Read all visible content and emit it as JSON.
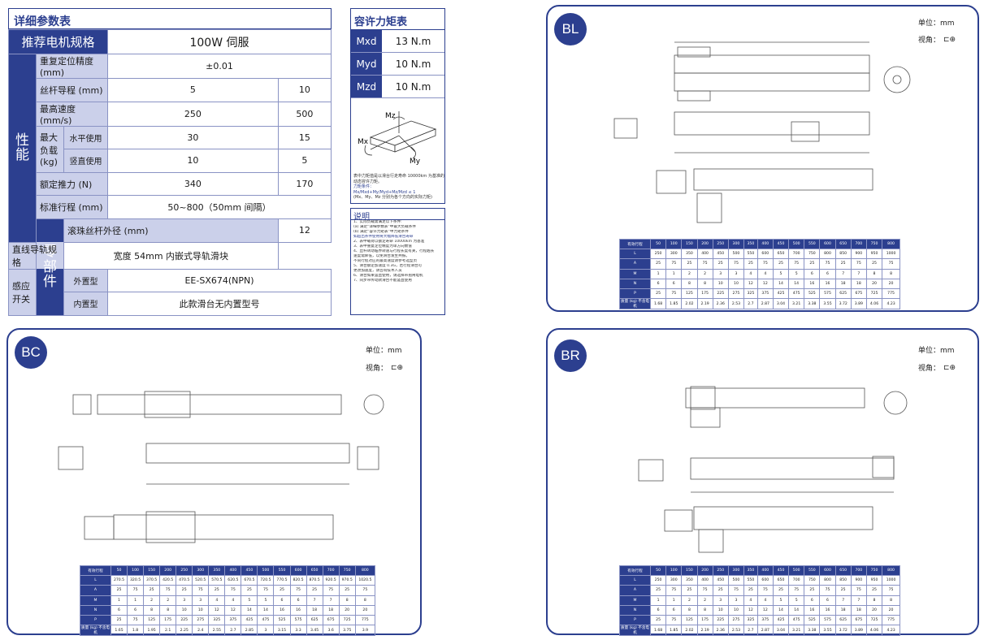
{
  "spec": {
    "title": "详细参数表",
    "header_label": "推荐电机规格",
    "header_value": "100W 伺服",
    "group_performance": "性能",
    "group_parts": "零部件",
    "rows": {
      "repeat_label": "重复定位精度 (mm)",
      "repeat_value": "±0.01",
      "lead_label": "丝杆导程 (mm)",
      "lead_v1": "5",
      "lead_v2": "10",
      "speed_label": "最高速度 (mm/s)",
      "speed_v1": "250",
      "speed_v2": "500",
      "load_label": "最大负载 (kg)",
      "load_h": "水平使用",
      "load_h1": "30",
      "load_h2": "15",
      "load_v": "竖直使用",
      "load_v1": "10",
      "load_v2": "5",
      "thrust_label": "额定推力 (N)",
      "thrust_v1": "340",
      "thrust_v2": "170",
      "stroke_label": "标准行程 (mm)",
      "stroke_value": "50~800（50mm 间隔）",
      "screw_label": "滚珠丝杆外径 (mm)",
      "screw_value": "12",
      "rail_label": "直线导轨规格",
      "rail_value": "宽度 54mm 内嵌式导轨滑块",
      "sensor_label": "感应开关",
      "sensor_ext": "外置型",
      "sensor_ext_value": "EE-SX674(NPN)",
      "sensor_int": "内置型",
      "sensor_int_value": "此款滑台无内置型号"
    }
  },
  "moment": {
    "title": "容许力矩表",
    "rows": [
      {
        "k": "Mxd",
        "v": "13 N.m"
      },
      {
        "k": "Myd",
        "v": "10 N.m"
      },
      {
        "k": "Mzd",
        "v": "10 N.m"
      }
    ],
    "mz": "Mz",
    "mx": "Mx",
    "my": "My",
    "note1": "表中力矩值是以滑台行走寿命 10000km 为基准的动态容许力矩。",
    "note2": "力矩条件：",
    "note3": "Mx/Mxd+My/Myd+Mz/Mzd ≤ 1",
    "note4": "(Mx、My、Mz 分别为各个方向的实际力矩)"
  },
  "explain": {
    "title": "说明",
    "lines": [
      "1、实际负载需满足以下条件:",
      "(a) 满足“详细参数表”中最大负载条件",
      "(b) 满足“容许力矩表”中力矩条件",
      "如超出条件使用将大幅降低滑台寿命",
      "2、表中载荷以额定寿命 10000km 为基准",
      "3、表中重复定位精度为单方向数值",
      "4、丝杆转动临界转速与行程长度有关，行程越长",
      "速度需降低，以免滑台发生共振。",
      "不同行程对应的最高速度请参考选型页",
      "5、滑台额定加速度 0.3G，若行程滑台可",
      "更改加速度，请咨询技术人员",
      "6、滑台如果竖直使用，请选择带抱闸电机",
      "7、同步带传动款滑台不能竖直使用"
    ]
  },
  "panels": {
    "unit": "单位：mm",
    "view": "视角：",
    "bl": "BL",
    "bc": "BC",
    "br": "BR"
  },
  "dim_tables": {
    "bl_row_labels": [
      "有效行程",
      "L",
      "A",
      "M",
      "N",
      "P",
      "质量 (kg) 不含电机"
    ],
    "bl": [
      [
        "50",
        "100",
        "150",
        "200",
        "250",
        "300",
        "350",
        "400",
        "450",
        "500",
        "550",
        "600",
        "650",
        "700",
        "750",
        "800"
      ],
      [
        "250",
        "300",
        "350",
        "400",
        "450",
        "500",
        "550",
        "600",
        "650",
        "700",
        "750",
        "800",
        "850",
        "900",
        "950",
        "1000"
      ],
      [
        "25",
        "75",
        "25",
        "75",
        "25",
        "75",
        "25",
        "75",
        "25",
        "75",
        "25",
        "75",
        "25",
        "75",
        "25",
        "75"
      ],
      [
        "1",
        "1",
        "2",
        "2",
        "3",
        "3",
        "4",
        "4",
        "5",
        "5",
        "6",
        "6",
        "7",
        "7",
        "8",
        "8"
      ],
      [
        "6",
        "6",
        "8",
        "8",
        "10",
        "10",
        "12",
        "12",
        "14",
        "14",
        "16",
        "16",
        "18",
        "18",
        "20",
        "20"
      ],
      [
        "25",
        "75",
        "125",
        "175",
        "225",
        "275",
        "325",
        "375",
        "425",
        "475",
        "525",
        "575",
        "625",
        "675",
        "725",
        "775"
      ],
      [
        "1.68",
        "1.85",
        "2.02",
        "2.19",
        "2.36",
        "2.53",
        "2.7",
        "2.87",
        "3.04",
        "3.21",
        "3.38",
        "3.55",
        "3.72",
        "3.89",
        "4.06",
        "4.23"
      ]
    ],
    "bc": [
      [
        "50",
        "100",
        "150",
        "200",
        "250",
        "300",
        "350",
        "400",
        "450",
        "500",
        "550",
        "600",
        "650",
        "700",
        "750",
        "800"
      ],
      [
        "270.5",
        "320.5",
        "370.5",
        "420.5",
        "470.5",
        "520.5",
        "570.5",
        "620.5",
        "670.5",
        "720.5",
        "770.5",
        "820.5",
        "870.5",
        "920.5",
        "970.5",
        "1020.5"
      ],
      [
        "25",
        "75",
        "25",
        "75",
        "25",
        "75",
        "25",
        "75",
        "25",
        "75",
        "25",
        "75",
        "25",
        "75",
        "25",
        "75"
      ],
      [
        "1",
        "1",
        "2",
        "2",
        "3",
        "3",
        "4",
        "4",
        "5",
        "5",
        "6",
        "6",
        "7",
        "7",
        "8",
        "8"
      ],
      [
        "6",
        "6",
        "8",
        "8",
        "10",
        "10",
        "12",
        "12",
        "14",
        "14",
        "16",
        "16",
        "18",
        "18",
        "20",
        "20"
      ],
      [
        "25",
        "75",
        "125",
        "175",
        "225",
        "275",
        "325",
        "375",
        "425",
        "475",
        "525",
        "575",
        "625",
        "675",
        "725",
        "775"
      ],
      [
        "1.65",
        "1.8",
        "1.95",
        "2.1",
        "2.25",
        "2.4",
        "2.55",
        "2.7",
        "2.85",
        "3",
        "3.15",
        "3.3",
        "3.45",
        "3.6",
        "3.75",
        "3.9"
      ]
    ],
    "br": [
      [
        "50",
        "100",
        "150",
        "200",
        "250",
        "300",
        "350",
        "400",
        "450",
        "500",
        "550",
        "600",
        "650",
        "700",
        "750",
        "800"
      ],
      [
        "250",
        "300",
        "350",
        "400",
        "450",
        "500",
        "550",
        "600",
        "650",
        "700",
        "750",
        "800",
        "850",
        "900",
        "950",
        "1000"
      ],
      [
        "25",
        "75",
        "25",
        "75",
        "25",
        "75",
        "25",
        "75",
        "25",
        "75",
        "25",
        "75",
        "25",
        "75",
        "25",
        "75"
      ],
      [
        "1",
        "1",
        "2",
        "2",
        "3",
        "3",
        "4",
        "4",
        "5",
        "5",
        "6",
        "6",
        "7",
        "7",
        "8",
        "8"
      ],
      [
        "6",
        "6",
        "8",
        "8",
        "10",
        "10",
        "12",
        "12",
        "14",
        "14",
        "16",
        "16",
        "18",
        "18",
        "20",
        "20"
      ],
      [
        "25",
        "75",
        "125",
        "175",
        "225",
        "275",
        "325",
        "375",
        "425",
        "475",
        "525",
        "575",
        "625",
        "675",
        "725",
        "775"
      ],
      [
        "1.68",
        "1.85",
        "2.02",
        "2.19",
        "2.36",
        "2.53",
        "2.7",
        "2.87",
        "3.04",
        "3.21",
        "3.38",
        "3.55",
        "3.72",
        "3.89",
        "4.06",
        "4.23"
      ]
    ]
  },
  "colors": {
    "brand": "#2c3f8f",
    "light": "#cbd0ea"
  }
}
